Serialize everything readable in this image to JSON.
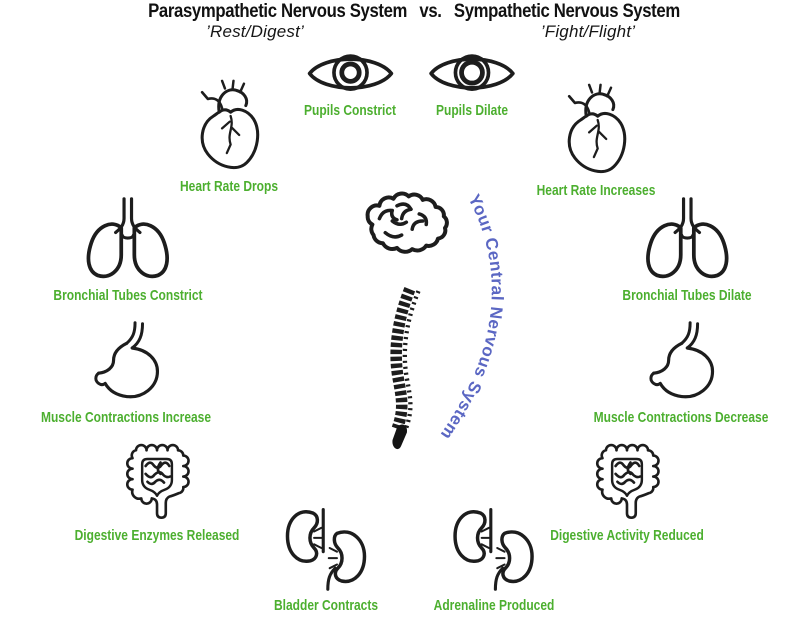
{
  "header": {
    "left_title": "Parasympathetic Nervous System",
    "vs_label": "vs.",
    "right_title": "Sympathetic Nervous System",
    "left_subtitle": "’Rest/Digest’",
    "right_subtitle": "’Fight/Flight’"
  },
  "center": {
    "label": "Your Central Nervous System",
    "icons": [
      "brain-icon",
      "spine-icon"
    ]
  },
  "colors": {
    "ink": "#1d1d1d",
    "label_green": "#4caf2f",
    "center_blue": "#5b67c3",
    "background": "#ffffff"
  },
  "organs": [
    {
      "id": "pupils-constrict",
      "system": "parasympathetic",
      "icon": "eye-icon",
      "label": "Pupils Constrict"
    },
    {
      "id": "pupils-dilate",
      "system": "sympathetic",
      "icon": "eye-icon",
      "label": "Pupils Dilate"
    },
    {
      "id": "heart-rate-drops",
      "system": "parasympathetic",
      "icon": "heart-icon",
      "label": "Heart Rate Drops"
    },
    {
      "id": "heart-rate-increases",
      "system": "sympathetic",
      "icon": "heart-icon",
      "label": "Heart Rate Increases"
    },
    {
      "id": "bronchial-tubes-constrict",
      "system": "parasympathetic",
      "icon": "lungs-icon",
      "label": "Bronchial Tubes Constrict"
    },
    {
      "id": "bronchial-tubes-dilate",
      "system": "sympathetic",
      "icon": "lungs-icon",
      "label": "Bronchial Tubes Dilate"
    },
    {
      "id": "muscle-contractions-increase",
      "system": "parasympathetic",
      "icon": "stomach-icon",
      "label": "Muscle Contractions Increase"
    },
    {
      "id": "muscle-contractions-decrease",
      "system": "sympathetic",
      "icon": "stomach-icon",
      "label": "Muscle Contractions Decrease"
    },
    {
      "id": "digestive-enzymes-released",
      "system": "parasympathetic",
      "icon": "intestine-icon",
      "label": "Digestive Enzymes Released"
    },
    {
      "id": "digestive-activity-reduced",
      "system": "sympathetic",
      "icon": "intestine-icon",
      "label": "Digestive Activity Reduced"
    },
    {
      "id": "bladder-contracts",
      "system": "parasympathetic",
      "icon": "kidneys-icon",
      "label": "Bladder Contracts"
    },
    {
      "id": "adrenaline-produced",
      "system": "sympathetic",
      "icon": "kidneys-icon",
      "label": "Adrenaline Produced"
    }
  ]
}
